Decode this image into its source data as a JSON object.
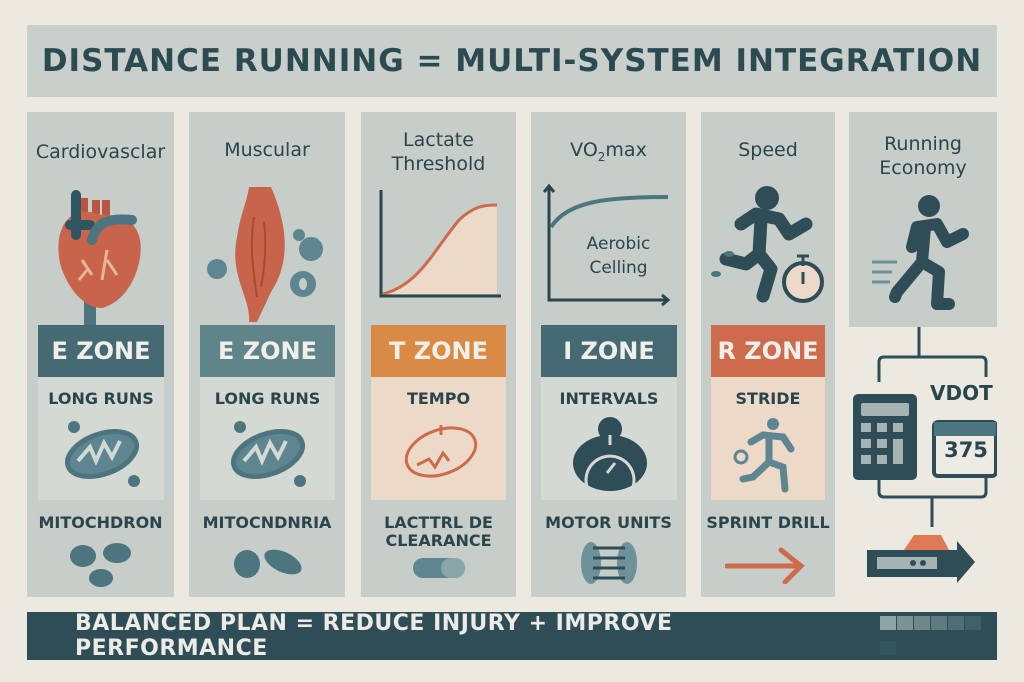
{
  "title": "DISTANCE RUNNING = MULTI-SYSTEM INTEGRATION",
  "columns": [
    {
      "title": "Cardiovasclar",
      "zone": "E ZONE",
      "workout": "LONG RUNS",
      "adaptation": "MITOCHDRON",
      "icon": "heart-icon"
    },
    {
      "title": "Muscular",
      "zone": "E ZONE",
      "workout": "LONG RUNS",
      "adaptation": "MITOCNDNRIA",
      "icon": "muscle-icon"
    },
    {
      "title": "Lactate Threshold",
      "zone": "T ZONE",
      "workout": "TEMPO",
      "adaptation": "LACTTRL DE CLEARANCE",
      "icon": "lactate-curve-icon"
    },
    {
      "title_main": "VO",
      "title_sub": "2",
      "title_rest": "max",
      "zone": "I ZONE",
      "workout": "INTERVALS",
      "adaptation": "MOTOR UNITS",
      "chart_label": "Aerobic Celling",
      "icon": "vo2-curve-icon"
    },
    {
      "title": "Speed",
      "zone": "R ZONE",
      "workout": "STRIDE",
      "adaptation": "SPRINT DRILL",
      "icon": "sprinter-stopwatch-icon"
    }
  ],
  "economy": {
    "title": "Running Economy",
    "vdot_label": "VDOT",
    "vdot_value": "375"
  },
  "bottom": "BALANCED PLAN = REDUCE INJURY + IMPROVE PERFORMANCE",
  "colors": {
    "teal": "#456a73",
    "teal_light": "#5f8489",
    "orange": "#d98b45",
    "red": "#cd6b4c",
    "dark": "#2e4d57"
  }
}
